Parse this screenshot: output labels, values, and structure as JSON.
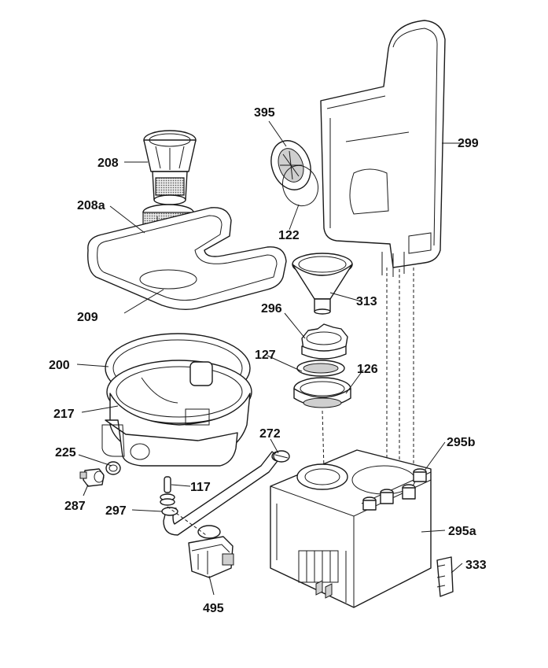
{
  "labels": {
    "p208": "208",
    "p208a": "208a",
    "p209": "209",
    "p200": "200",
    "p217": "217",
    "p225": "225",
    "p287": "287",
    "p297": "297",
    "p117": "117",
    "p495": "495",
    "p272": "272",
    "p395": "395",
    "p122": "122",
    "p299": "299",
    "p313": "313",
    "p296": "296",
    "p127": "127",
    "p126": "126",
    "p295b": "295b",
    "p295a": "295a",
    "p333": "333"
  },
  "colors": {
    "line": "#1a1a1a",
    "background": "#ffffff",
    "shade": "#cfcfcf"
  }
}
